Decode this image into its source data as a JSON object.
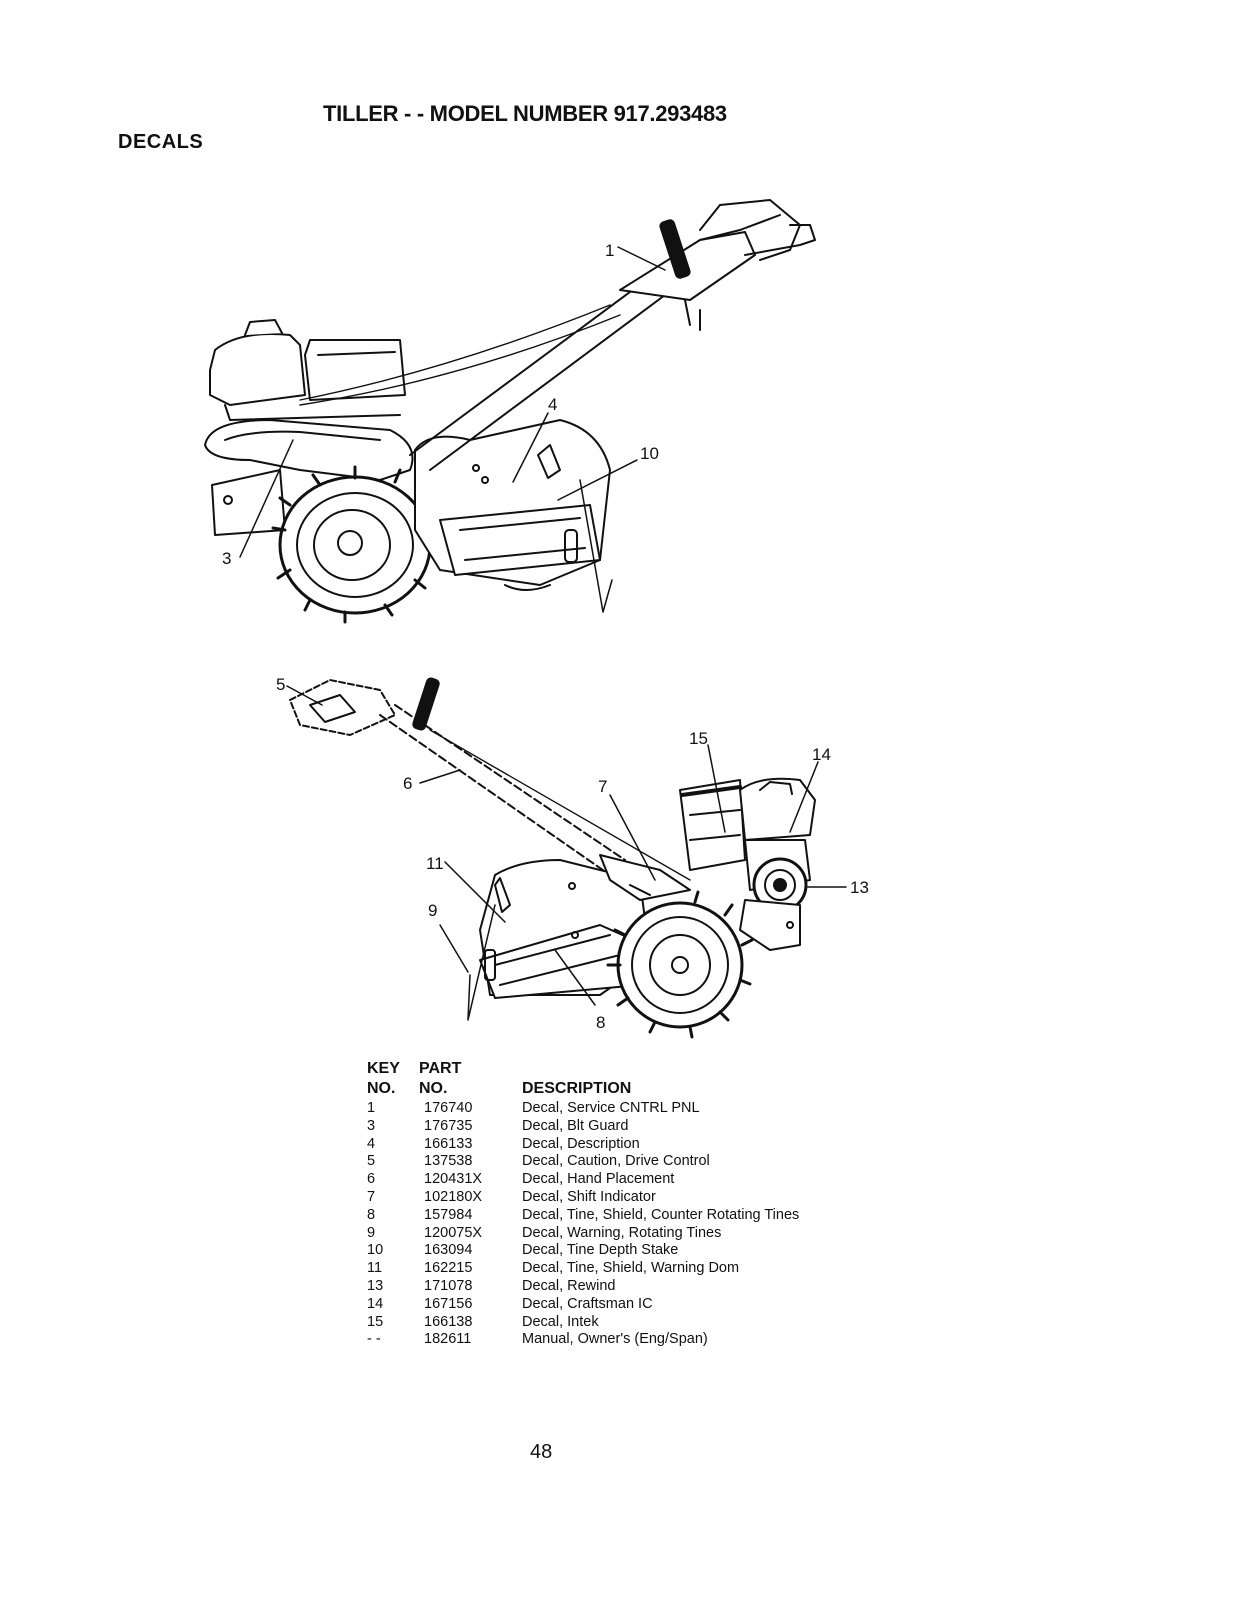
{
  "header": {
    "section": "DECALS",
    "title": "TILLER - - MODEL NUMBER 917.293483"
  },
  "figure_top": {
    "callouts": [
      "1",
      "4",
      "10",
      "3"
    ]
  },
  "figure_bottom": {
    "callouts": [
      "5",
      "15",
      "14",
      "6",
      "7",
      "11",
      "9",
      "13",
      "8"
    ]
  },
  "parts_table": {
    "headers": {
      "key_line1": "KEY",
      "key_line2": "NO.",
      "part_line1": "PART",
      "part_line2": "NO.",
      "description": "DESCRIPTION"
    },
    "rows": [
      {
        "key": "1",
        "part": "176740",
        "description": "Decal, Service CNTRL PNL"
      },
      {
        "key": "3",
        "part": "176735",
        "description": "Decal, Blt Guard"
      },
      {
        "key": "4",
        "part": "166133",
        "description": "Decal, Description"
      },
      {
        "key": "5",
        "part": "137538",
        "description": "Decal, Caution, Drive Control"
      },
      {
        "key": "6",
        "part": "120431X",
        "description": "Decal, Hand Placement"
      },
      {
        "key": "7",
        "part": "102180X",
        "description": "Decal, Shift Indicator"
      },
      {
        "key": "8",
        "part": "157984",
        "description": "Decal, Tine, Shield, Counter Rotating Tines"
      },
      {
        "key": "9",
        "part": "120075X",
        "description": "Decal, Warning, Rotating Tines"
      },
      {
        "key": "10",
        "part": "163094",
        "description": "Decal, Tine Depth Stake"
      },
      {
        "key": "11",
        "part": "162215",
        "description": "Decal, Tine, Shield, Warning Dom"
      },
      {
        "key": "13",
        "part": "171078",
        "description": "Decal, Rewind"
      },
      {
        "key": "14",
        "part": "167156",
        "description": "Decal, Craftsman IC"
      },
      {
        "key": "15",
        "part": "166138",
        "description": "Decal, Intek"
      },
      {
        "key": "- -",
        "part": "182611",
        "description": "Manual, Owner's (Eng/Span)"
      }
    ]
  },
  "footer": {
    "page_number": "48"
  }
}
